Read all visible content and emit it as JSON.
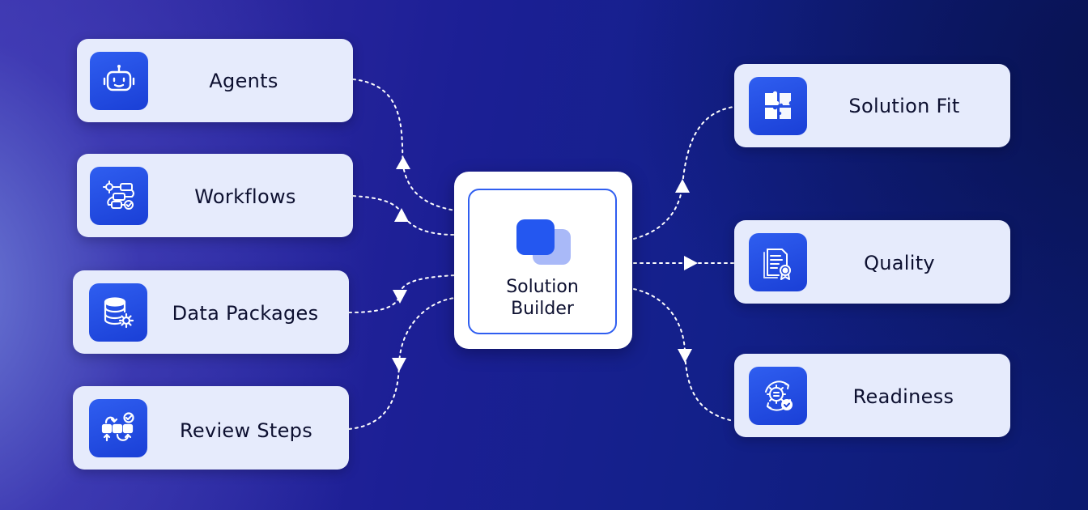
{
  "center": {
    "line1": "Solution",
    "line2": "Builder"
  },
  "inputs": [
    {
      "label": "Agents",
      "icon": "robot-icon"
    },
    {
      "label": "Workflows",
      "icon": "workflow-icon"
    },
    {
      "label": "Data Packages",
      "icon": "database-gear-icon"
    },
    {
      "label": "Review Steps",
      "icon": "review-steps-icon"
    }
  ],
  "outputs": [
    {
      "label": "Solution Fit",
      "icon": "puzzle-icon"
    },
    {
      "label": "Quality",
      "icon": "certificate-icon"
    },
    {
      "label": "Readiness",
      "icon": "gear-check-icon"
    }
  ],
  "colors": {
    "card_bg": "#e6ebfc",
    "icon_tile": "#2f5ef0",
    "center_border": "#2f5ef0",
    "text": "#0d1030",
    "connector": "#ffffff"
  }
}
